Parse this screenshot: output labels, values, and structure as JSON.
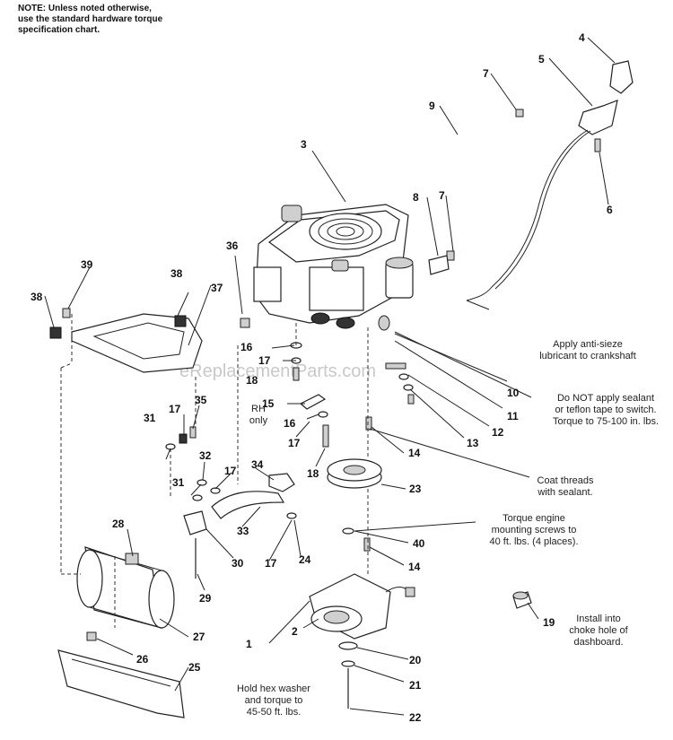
{
  "note": {
    "lines": [
      "NOTE: Unless noted otherwise,",
      "use the standard hardware torque",
      "specification chart."
    ]
  },
  "watermark": "eReplacementParts.com",
  "callouts": {
    "anti_sieze": [
      "Apply anti-sieze",
      "lubricant to crankshaft"
    ],
    "sealant_switch": [
      "Do NOT apply sealant",
      "or teflon tape to switch.",
      "Torque to 75-100 in. lbs."
    ],
    "coat_threads": [
      "Coat threads",
      "with sealant."
    ],
    "torque_engine": [
      "Torque engine",
      "mounting screws to",
      "40 ft. lbs. (4 places)."
    ],
    "choke": [
      "Install into",
      "choke hole of",
      "dashboard."
    ],
    "hex_washer": [
      "Hold hex washer",
      "and torque to",
      "45-50 ft. lbs."
    ],
    "rh_only": [
      "RH",
      "only"
    ]
  },
  "part_numbers": [
    "1",
    "2",
    "3",
    "4",
    "5",
    "6",
    "7",
    "7",
    "8",
    "9",
    "10",
    "11",
    "12",
    "13",
    "14",
    "14",
    "15",
    "16",
    "16",
    "17",
    "17",
    "17",
    "17",
    "17",
    "18",
    "18",
    "19",
    "20",
    "21",
    "22",
    "23",
    "24",
    "25",
    "26",
    "27",
    "28",
    "29",
    "30",
    "31",
    "31",
    "32",
    "33",
    "34",
    "35",
    "36",
    "37",
    "38",
    "38",
    "39",
    "40"
  ],
  "icons": [
    "engine",
    "throttle-cable",
    "fuel-line",
    "muffler",
    "heat-shield",
    "engine-plate",
    "pulley",
    "electric-clutch",
    "exhaust-pipe",
    "choke-plug",
    "bracket",
    "bolt",
    "washer",
    "nut"
  ]
}
